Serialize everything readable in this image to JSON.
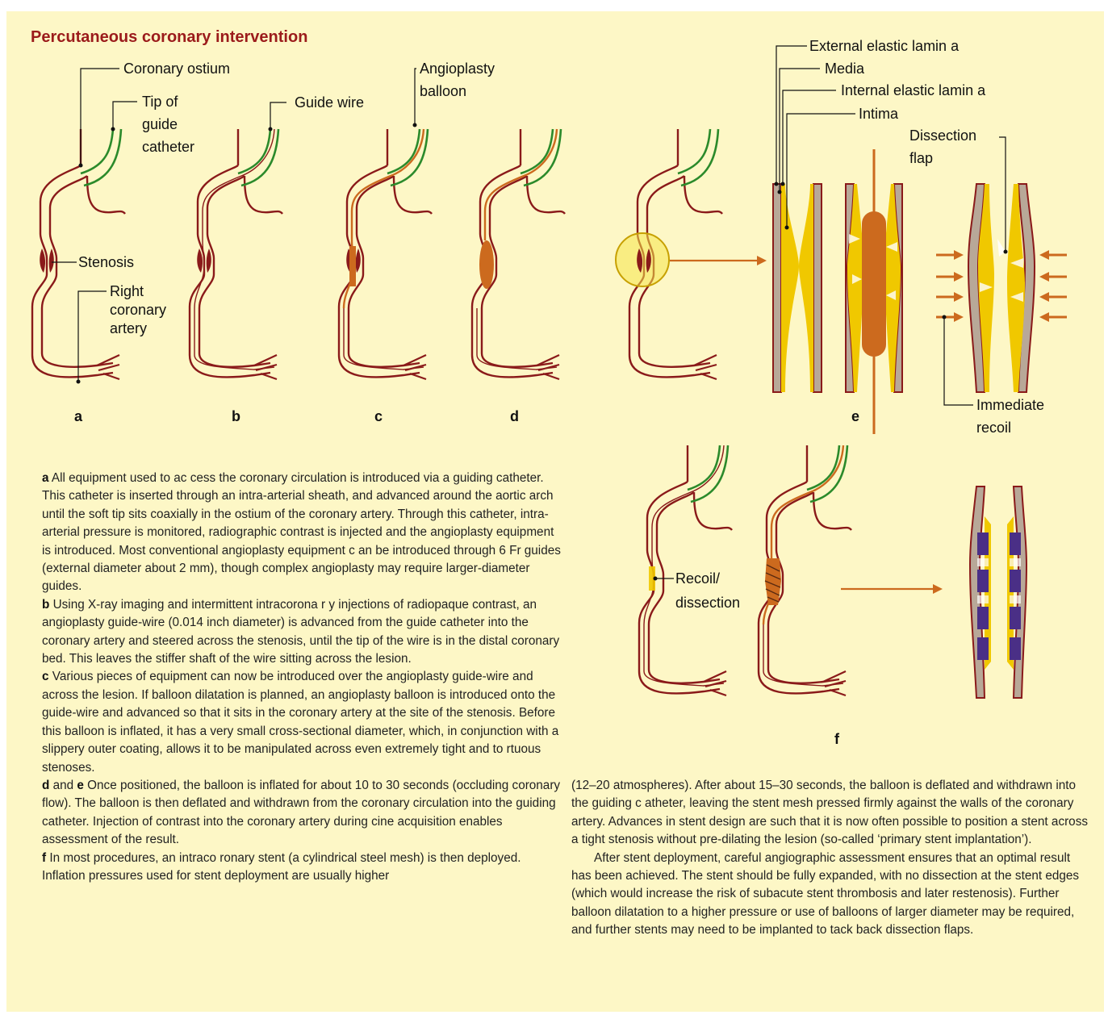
{
  "title": "Percutaneous coronary intervention",
  "labels": {
    "coronary_ostium": "Coronary ostium",
    "tip_of_guide_catheter": [
      "Tip of",
      "guide",
      "catheter"
    ],
    "guide_wire": "Guide wire",
    "angioplasty_balloon": [
      "Angioplasty",
      "balloon"
    ],
    "stenosis": "Stenosis",
    "right_coronary_artery": [
      "Right",
      "coronary",
      "artery"
    ],
    "external_elastic_lamina": "External elastic lamin a",
    "media": "Media",
    "internal_elastic_lamina": "Internal elastic lamin a",
    "intima": "Intima",
    "dissection_flap": [
      "Dissection",
      "flap"
    ],
    "immediate_recoil": [
      "Immediate",
      "recoil"
    ],
    "recoil_dissection": [
      "Recoil/",
      "dissection"
    ]
  },
  "panel_letters": [
    "a",
    "b",
    "c",
    "d",
    "e",
    "f"
  ],
  "text": {
    "a_letter": "a",
    "a_body": " All equipment used to ac cess the coronary circulation is introduced via a guiding catheter. This catheter is inserted through an intra-arterial sheath, and advanced around the aortic arch until the soft tip sits  coaxially in the ostium of the coronary artery. Through this catheter, intra-arterial pressure is monitored, radiographic contrast is injected and the angioplasty equipment is introduced. Most conventional angioplasty equipment c an be introduced through 6 Fr guides (external diameter about 2 mm), though complex angioplasty may require larger-diameter guides.",
    "b_letter": "b",
    "b_body": " Using X-ray imaging and intermittent intracorona r y injections of radiopaque contrast, an angioplasty guide-wire (0.014 inch diameter) is advanced from the guide catheter into the coronary artery and steered across the stenosis, until the tip of the wire is in the distal  coronary bed. This leaves the stiffer shaft of the wire sitting across the lesion.",
    "c_letter": "c",
    "c_body": " Various pieces of equipment can now be introduced over the angioplasty guide-wire and across the lesion. If balloon dilatation is planned, an angioplasty balloon is introduced onto the guide-wire and advanced so that it sits in the coronary artery at the site of the stenosis. Before this balloon is inflated, it has a very small cross-sectional diameter, which, in conjunction with a slippery outer coating, allows it to be manipulated across even extremely tight and to rtuous stenoses.",
    "de_letter_d": "d",
    "de_and": " and ",
    "de_letter_e": "e",
    "de_body": " Once positioned, the balloon is inflated for about 10 to 30 seconds (occluding coronary flow). The balloon is then deflated and withdrawn from the coronary circulation into the guiding catheter. Injection of contrast into the coronary artery during cine acquisition enables assessment of the result.",
    "f_letter": "f",
    "f_body": " In most procedures, an intraco ronary stent (a cylindrical steel mesh) is then deployed. Inflation pressures used for stent deployment are usually higher",
    "right_p1": "(12–20 atmospheres). After about 15–30 seconds, the balloon is deflated and withdrawn into the guiding c atheter, leaving the stent mesh pressed firmly against the walls of the  coronary artery. Advances in stent design are such that it is now often possible to position a stent across a tight stenosis without pre-dilating the lesion (so-called ‘primary stent implantation’).",
    "right_p2": "After stent deployment, careful angiographic assessment ensures that an optimal result has been achieved. The stent should be fully expanded, with no dissection at the stent edges (which would increase the risk of subacute stent thrombosis and later restenosis). Further balloon dilatation to a higher pressure or use of balloons of larger diameter may be required, and further stents may need to be implanted to tack back dissection flaps."
  },
  "colors": {
    "background": "#fdf7c6",
    "title": "#9b1b1b",
    "artery_wall": "#8a1a1a",
    "catheter": "#2b8a2b",
    "balloon": "#cc6a1e",
    "plaque": "#f0c800",
    "media": "#b8a898",
    "stent": "#4a2f86"
  }
}
